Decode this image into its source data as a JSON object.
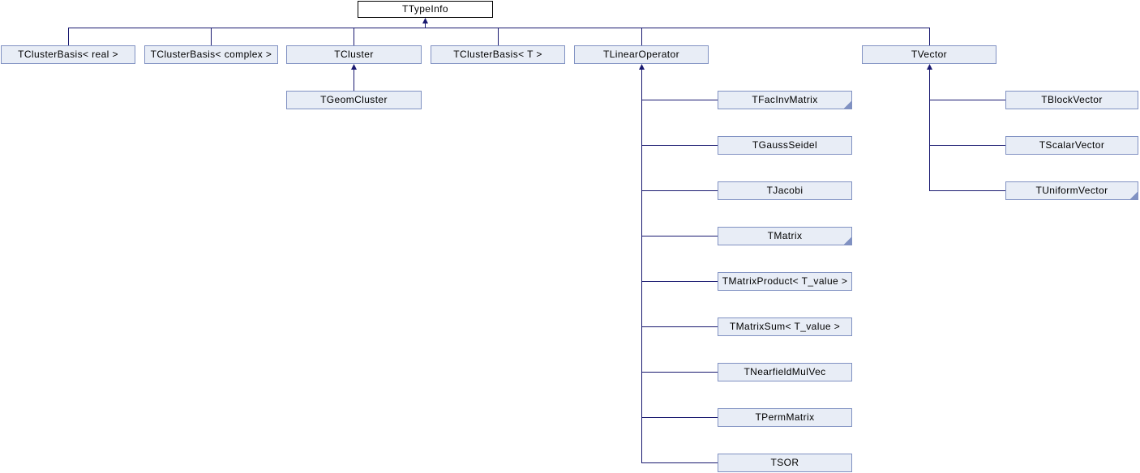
{
  "diagram": {
    "type": "class-inheritance-graph",
    "colors": {
      "edge": "#191970",
      "node_fill": "#E8EDF6",
      "node_border": "#8091C2",
      "root_fill": "#FFFFFF",
      "root_border": "#000000",
      "text": "#000000"
    },
    "root": {
      "label": "TTypeInfo"
    },
    "subclasses": [
      {
        "label": "TClusterBasis< real >",
        "has_hidden_subclasses": false
      },
      {
        "label": "TClusterBasis< complex >",
        "has_hidden_subclasses": false
      },
      {
        "label": "TCluster",
        "has_hidden_subclasses": false
      },
      {
        "label": "TClusterBasis< T >",
        "has_hidden_subclasses": false
      },
      {
        "label": "TLinearOperator",
        "has_hidden_subclasses": false
      },
      {
        "label": "TVector",
        "has_hidden_subclasses": false
      }
    ],
    "tcluster_subclasses": [
      {
        "label": "TGeomCluster",
        "has_hidden_subclasses": false
      }
    ],
    "tlinearoperator_subclasses": [
      {
        "label": "TFacInvMatrix",
        "has_hidden_subclasses": true
      },
      {
        "label": "TGaussSeidel",
        "has_hidden_subclasses": false
      },
      {
        "label": "TJacobi",
        "has_hidden_subclasses": false
      },
      {
        "label": "TMatrix",
        "has_hidden_subclasses": true
      },
      {
        "label": "TMatrixProduct< T_value >",
        "has_hidden_subclasses": false
      },
      {
        "label": "TMatrixSum< T_value >",
        "has_hidden_subclasses": false
      },
      {
        "label": "TNearfieldMulVec",
        "has_hidden_subclasses": false
      },
      {
        "label": "TPermMatrix",
        "has_hidden_subclasses": false
      },
      {
        "label": "TSOR",
        "has_hidden_subclasses": false
      }
    ],
    "tvector_subclasses": [
      {
        "label": "TBlockVector",
        "has_hidden_subclasses": false
      },
      {
        "label": "TScalarVector",
        "has_hidden_subclasses": false
      },
      {
        "label": "TUniformVector",
        "has_hidden_subclasses": true
      }
    ]
  }
}
